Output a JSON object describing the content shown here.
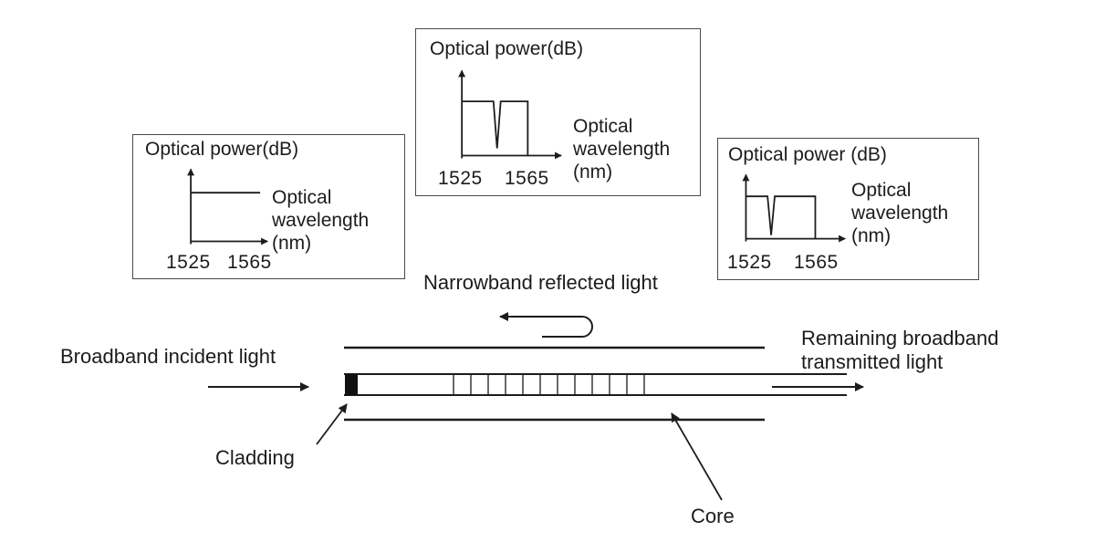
{
  "panels": {
    "left": {
      "title": "Optical power(dB)",
      "wavelength_label": "Optical wavelength (nm)",
      "tick_min": "1525",
      "tick_max": "1565",
      "spectrum": "flat broadband"
    },
    "middle": {
      "title": "Optical power(dB)",
      "wavelength_label": "Optical wavelength (nm)",
      "tick_min": "1525",
      "tick_max": "1565",
      "spectrum": "broadband with narrow notch"
    },
    "right": {
      "title": "Optical power (dB)",
      "wavelength_label": "Optical wavelength (nm)",
      "tick_min": "1525",
      "tick_max": "1565",
      "spectrum": "broadband with narrow notch"
    }
  },
  "labels": {
    "reflected": "Narrowband reflected light",
    "incident": "Broadband incident light",
    "transmitted": "Remaining broadband transmitted light",
    "cladding": "Cladding",
    "core": "Core"
  },
  "colors": {
    "ink": "#1c1c1c",
    "background": "#ffffff"
  }
}
